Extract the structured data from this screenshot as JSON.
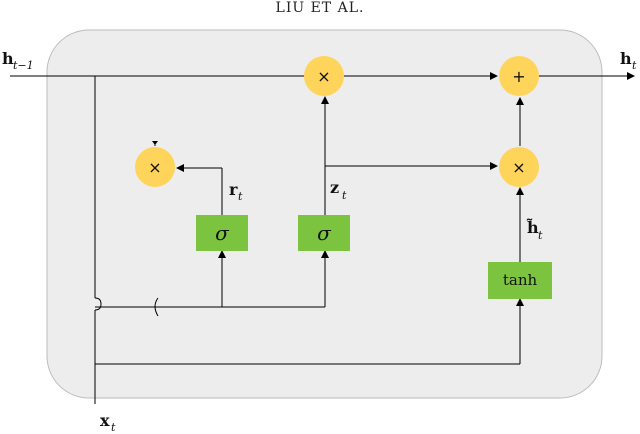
{
  "header": {
    "text": "LIU ET AL."
  },
  "labels": {
    "h_prev": "h",
    "h_prev_sub": "t−1",
    "h_out": "h",
    "h_out_sub": "t",
    "x_in": "x",
    "x_in_sub": "t",
    "r": "r",
    "r_sub": "t",
    "z": "z",
    "z_sub": "t",
    "h_cand": "h̃",
    "h_cand_sub": "t"
  },
  "ops": {
    "multiply": "×",
    "add": "+"
  },
  "gates": {
    "reset": "σ",
    "update": "σ",
    "candidate": "tanh"
  },
  "colors": {
    "cell_bg": "#ededed",
    "cell_border": "#bdbdbd",
    "op_fill": "#ffd45a",
    "gate_fill": "#7cc43f",
    "line": "#000000"
  }
}
